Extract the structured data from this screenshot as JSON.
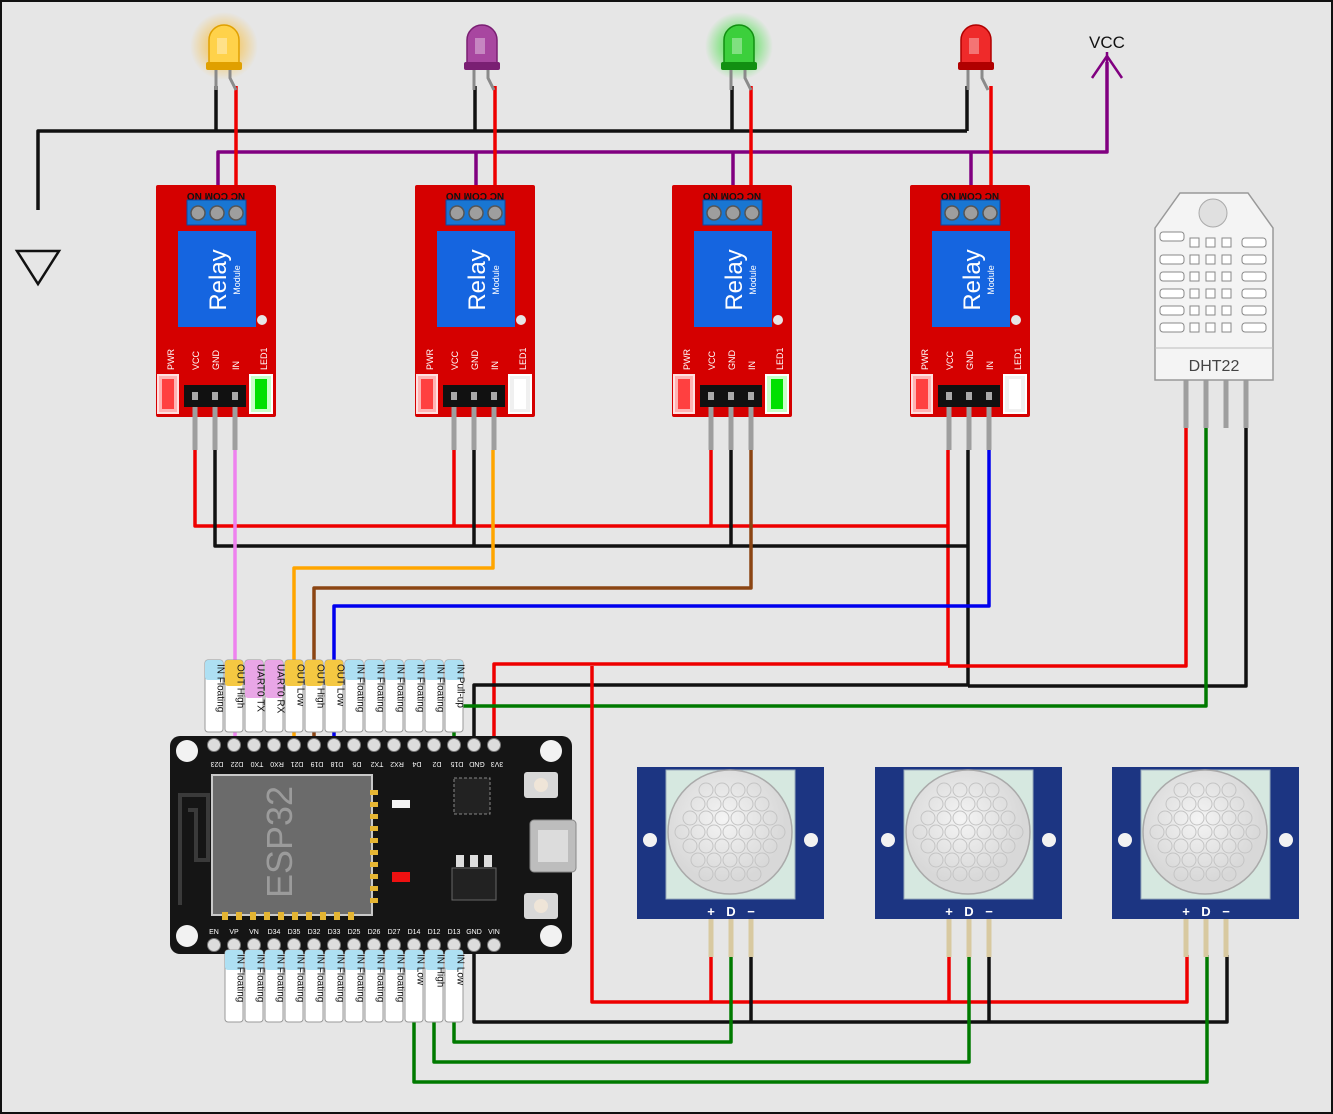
{
  "vcc_label": "VCC",
  "relays": [
    {
      "title": "Relay",
      "subtitle": "Module",
      "top_pins": [
        "NC",
        "COM",
        "NO"
      ],
      "side_pins": [
        "PWR",
        "VCC",
        "GND",
        "IN",
        "LED1"
      ],
      "led_state": "on"
    },
    {
      "title": "Relay",
      "subtitle": "Module",
      "top_pins": [
        "NC",
        "COM",
        "NO"
      ],
      "side_pins": [
        "PWR",
        "VCC",
        "GND",
        "IN",
        "LED1"
      ],
      "led_state": "off"
    },
    {
      "title": "Relay",
      "subtitle": "Module",
      "top_pins": [
        "NC",
        "COM",
        "NO"
      ],
      "side_pins": [
        "PWR",
        "VCC",
        "GND",
        "IN",
        "LED1"
      ],
      "led_state": "on"
    },
    {
      "title": "Relay",
      "subtitle": "Module",
      "top_pins": [
        "NC",
        "COM",
        "NO"
      ],
      "side_pins": [
        "PWR",
        "VCC",
        "GND",
        "IN",
        "LED1"
      ],
      "led_state": "off"
    }
  ],
  "leds": [
    {
      "color": "yellow",
      "lit": true
    },
    {
      "color": "purple",
      "lit": false
    },
    {
      "color": "green",
      "lit": true
    },
    {
      "color": "red",
      "lit": false
    }
  ],
  "dht": {
    "label": "DHT22"
  },
  "pir_pins": [
    "+",
    "D",
    "−"
  ],
  "esp32": {
    "chip_label": "ESP32",
    "top_pins": [
      "D23",
      "D22",
      "TX0",
      "RX0",
      "D21",
      "D19",
      "D18",
      "D5",
      "TX2",
      "RX2",
      "D4",
      "D2",
      "D15",
      "GND",
      "3V3"
    ],
    "bottom_pins": [
      "EN",
      "VP",
      "VN",
      "D34",
      "D35",
      "D32",
      "D33",
      "D25",
      "D26",
      "D27",
      "D14",
      "D12",
      "D13",
      "GND",
      "VIN"
    ],
    "top_labels": [
      {
        "t": "IN Floating",
        "c": "#aee0f3"
      },
      {
        "t": "OUT High",
        "c": "#f5c842"
      },
      {
        "t": "UART0 TX",
        "c": "#e9a6e6"
      },
      {
        "t": "UART0 RX",
        "c": "#e9a6e6"
      },
      {
        "t": "OUT Low",
        "c": "#f5c842"
      },
      {
        "t": "OUT High",
        "c": "#f5c842"
      },
      {
        "t": "OUT Low",
        "c": "#f5c842"
      },
      {
        "t": "IN Floating",
        "c": "#aee0f3"
      },
      {
        "t": "IN Floating",
        "c": "#aee0f3"
      },
      {
        "t": "IN Floating",
        "c": "#aee0f3"
      },
      {
        "t": "IN Floating",
        "c": "#aee0f3"
      },
      {
        "t": "IN Floating",
        "c": "#aee0f3"
      },
      {
        "t": "IN Pull-up",
        "c": "#aee0f3"
      }
    ],
    "bottom_labels": [
      {
        "t": "IN Floating",
        "c": "#aee0f3"
      },
      {
        "t": "IN Floating",
        "c": "#aee0f3"
      },
      {
        "t": "IN Floating",
        "c": "#aee0f3"
      },
      {
        "t": "IN Floating",
        "c": "#aee0f3"
      },
      {
        "t": "IN Floating",
        "c": "#aee0f3"
      },
      {
        "t": "IN Floating",
        "c": "#aee0f3"
      },
      {
        "t": "IN Floating",
        "c": "#aee0f3"
      },
      {
        "t": "IN Floating",
        "c": "#aee0f3"
      },
      {
        "t": "IN Floating",
        "c": "#aee0f3"
      },
      {
        "t": "IN Low",
        "c": "#aee0f3"
      },
      {
        "t": "IN High",
        "c": "#aee0f3"
      },
      {
        "t": "IN Low",
        "c": "#aee0f3"
      }
    ]
  },
  "colors": {
    "background": "#e6e6e6",
    "relay_board": "#d50000",
    "relay_block": "#1565e0",
    "wire_red": "#ee0000",
    "wire_black": "#111111",
    "wire_purple": "#800080",
    "wire_orange": "#ffa500",
    "wire_brown": "#8b4513",
    "wire_blue": "#0000ee",
    "wire_green": "#007a00",
    "wire_pink": "#ee82ee",
    "pir_board": "#1c3582"
  }
}
